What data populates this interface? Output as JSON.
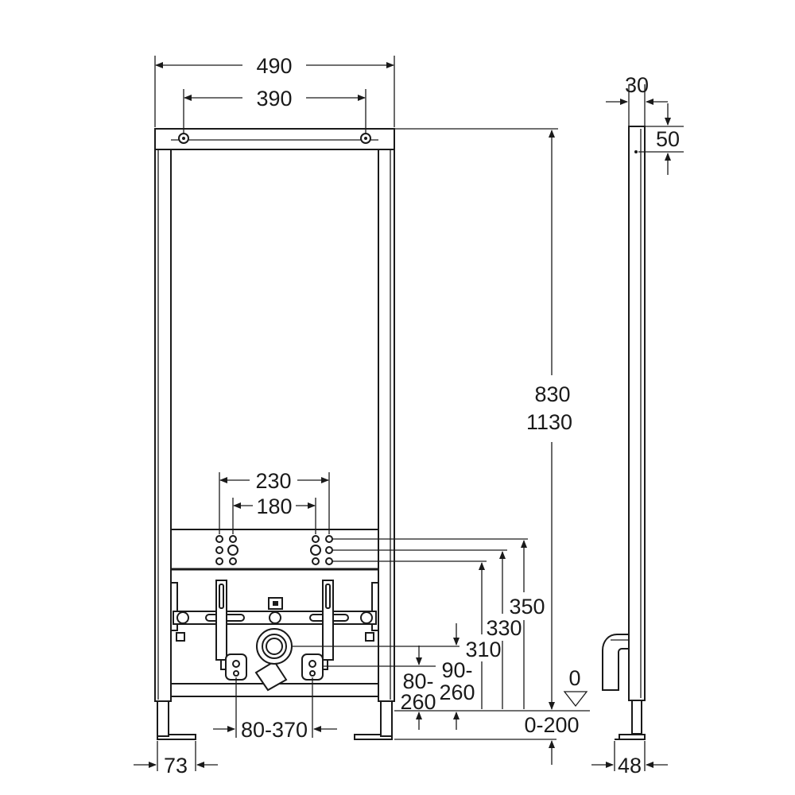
{
  "dimensions": {
    "frame_width": "490",
    "mount_hole_spacing": "390",
    "outer_connection_spacing": "230",
    "inner_connection_spacing": "180",
    "frame_height_min": "830",
    "frame_height_max": "1130",
    "connection_height_upper": "350",
    "connection_height_middle": "330",
    "connection_height_lower": "310",
    "waste_height_range_top": "90-",
    "waste_height_range_bottom": "260",
    "supply_height_range_top": "80-",
    "supply_height_range_bottom": "260",
    "floor_level": "0",
    "foot_adjust_range": "0-200",
    "connection_spacing_range": "80-370",
    "foot_width": "73",
    "frame_depth": "30",
    "top_offset": "50",
    "foot_depth": "48"
  },
  "colors": {
    "line": "#1a1a1a",
    "background": "#ffffff"
  }
}
